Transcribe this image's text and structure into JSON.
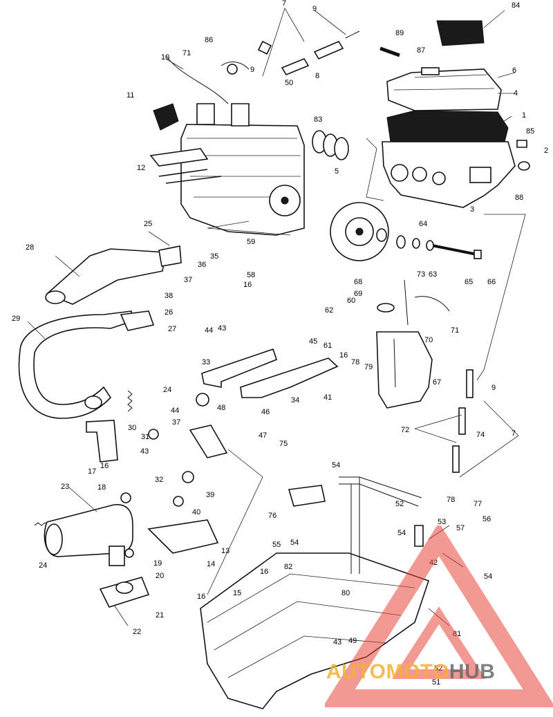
{
  "diagram": {
    "labels": [
      {
        "id": "l84",
        "text": "84"
      },
      {
        "id": "l89",
        "text": "89"
      },
      {
        "id": "l87",
        "text": "87"
      },
      {
        "id": "l6",
        "text": "6"
      },
      {
        "id": "l4",
        "text": "4"
      },
      {
        "id": "l1",
        "text": "1"
      },
      {
        "id": "l85",
        "text": "85"
      },
      {
        "id": "l2",
        "text": "2"
      },
      {
        "id": "l88",
        "text": "88"
      },
      {
        "id": "l3",
        "text": "3"
      },
      {
        "id": "l7a",
        "text": "7"
      },
      {
        "id": "l9a",
        "text": "9"
      },
      {
        "id": "l86",
        "text": "86"
      },
      {
        "id": "l10",
        "text": "10"
      },
      {
        "id": "l71a",
        "text": "71"
      },
      {
        "id": "l9b",
        "text": "9"
      },
      {
        "id": "l8",
        "text": "8"
      },
      {
        "id": "l50",
        "text": "50"
      },
      {
        "id": "l83",
        "text": "83"
      },
      {
        "id": "l11",
        "text": "11"
      },
      {
        "id": "l5",
        "text": "5"
      },
      {
        "id": "l12",
        "text": "12"
      },
      {
        "id": "l25",
        "text": "25"
      },
      {
        "id": "l59",
        "text": "59"
      },
      {
        "id": "l28",
        "text": "28"
      },
      {
        "id": "l35",
        "text": "35"
      },
      {
        "id": "l36",
        "text": "36"
      },
      {
        "id": "l58",
        "text": "58"
      },
      {
        "id": "l16a",
        "text": "16"
      },
      {
        "id": "l37a",
        "text": "37"
      },
      {
        "id": "l38",
        "text": "38"
      },
      {
        "id": "l26",
        "text": "26"
      },
      {
        "id": "l27",
        "text": "27"
      },
      {
        "id": "l29",
        "text": "29"
      },
      {
        "id": "l44a",
        "text": "44"
      },
      {
        "id": "l43a",
        "text": "43"
      },
      {
        "id": "l62",
        "text": "62"
      },
      {
        "id": "l45",
        "text": "45"
      },
      {
        "id": "l61",
        "text": "61"
      },
      {
        "id": "l68",
        "text": "68"
      },
      {
        "id": "l69",
        "text": "69"
      },
      {
        "id": "l60",
        "text": "60"
      },
      {
        "id": "l73",
        "text": "73"
      },
      {
        "id": "l63",
        "text": "63"
      },
      {
        "id": "l64",
        "text": "64"
      },
      {
        "id": "l65",
        "text": "65"
      },
      {
        "id": "l66",
        "text": "66"
      },
      {
        "id": "l71b",
        "text": "71"
      },
      {
        "id": "l70",
        "text": "70"
      },
      {
        "id": "l16b",
        "text": "16"
      },
      {
        "id": "l78a",
        "text": "78"
      },
      {
        "id": "l79",
        "text": "79"
      },
      {
        "id": "l67",
        "text": "67"
      },
      {
        "id": "l33",
        "text": "33"
      },
      {
        "id": "l34",
        "text": "34"
      },
      {
        "id": "l41",
        "text": "41"
      },
      {
        "id": "l24a",
        "text": "24"
      },
      {
        "id": "l9c",
        "text": "9"
      },
      {
        "id": "l44b",
        "text": "44"
      },
      {
        "id": "l37b",
        "text": "37"
      },
      {
        "id": "l48",
        "text": "48"
      },
      {
        "id": "l46",
        "text": "46"
      },
      {
        "id": "l47",
        "text": "47"
      },
      {
        "id": "l30",
        "text": "30"
      },
      {
        "id": "l31",
        "text": "31"
      },
      {
        "id": "l72",
        "text": "72"
      },
      {
        "id": "l74",
        "text": "74"
      },
      {
        "id": "l7b",
        "text": "7"
      },
      {
        "id": "l16c",
        "text": "16"
      },
      {
        "id": "l43b",
        "text": "43"
      },
      {
        "id": "l32",
        "text": "32"
      },
      {
        "id": "l75",
        "text": "75"
      },
      {
        "id": "l54a",
        "text": "54"
      },
      {
        "id": "l17",
        "text": "17"
      },
      {
        "id": "l39",
        "text": "39"
      },
      {
        "id": "l18",
        "text": "18"
      },
      {
        "id": "l23",
        "text": "23"
      },
      {
        "id": "l76",
        "text": "76"
      },
      {
        "id": "l78b",
        "text": "78"
      },
      {
        "id": "l77",
        "text": "77"
      },
      {
        "id": "l52a",
        "text": "52"
      },
      {
        "id": "l40",
        "text": "40"
      },
      {
        "id": "l53",
        "text": "53"
      },
      {
        "id": "l56",
        "text": "56"
      },
      {
        "id": "l57",
        "text": "57"
      },
      {
        "id": "l55",
        "text": "55"
      },
      {
        "id": "l54b",
        "text": "54"
      },
      {
        "id": "l54c",
        "text": "54"
      },
      {
        "id": "l24b",
        "text": "24"
      },
      {
        "id": "l19",
        "text": "19"
      },
      {
        "id": "l13",
        "text": "13"
      },
      {
        "id": "l42",
        "text": "42"
      },
      {
        "id": "l54d",
        "text": "54"
      },
      {
        "id": "l20",
        "text": "20"
      },
      {
        "id": "l14",
        "text": "14"
      },
      {
        "id": "l16d",
        "text": "16"
      },
      {
        "id": "l82",
        "text": "82"
      },
      {
        "id": "l80",
        "text": "80"
      },
      {
        "id": "l15",
        "text": "15"
      },
      {
        "id": "l16e",
        "text": "16"
      },
      {
        "id": "l21",
        "text": "21"
      },
      {
        "id": "l81",
        "text": "81"
      },
      {
        "id": "l22",
        "text": "22"
      },
      {
        "id": "l43c",
        "text": "43"
      },
      {
        "id": "l49",
        "text": "49"
      },
      {
        "id": "l52b",
        "text": "52"
      },
      {
        "id": "l51",
        "text": "51"
      }
    ]
  },
  "watermark": {
    "part1": "AUTOMOTO",
    "part2": "HUB",
    "color_primary": "#e8463c",
    "color_accent": "#f2b233"
  }
}
